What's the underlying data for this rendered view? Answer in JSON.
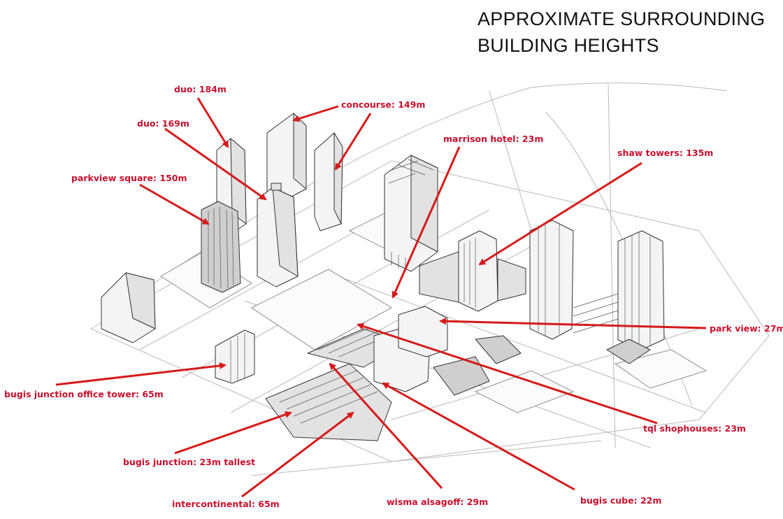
{
  "title_lines": [
    "APPROXIMATE SURROUNDING",
    "BUILDING HEIGHTS"
  ],
  "annotation_color": "#d61a1a",
  "labels": {
    "duo_184": "duo: 184m",
    "concourse": "concourse: 149m",
    "duo_169": "duo: 169m",
    "marrison_hotel": "marrison hotel: 23m",
    "shaw_towers": "shaw towers: 135m",
    "parkview_square": "parkview square: 150m",
    "park_view": "park view: 27m",
    "bugis_junction_office_tower": "bugis junction office tower: 65m",
    "tql_shophouses": "tql shophouses: 23m",
    "bugis_junction": "bugis junction: 23m tallest",
    "intercontinental": "intercontinental: 65m",
    "wisma_alsagoff": "wisma alsagoff: 29m",
    "bugis_cube": "bugis cube: 22m"
  }
}
